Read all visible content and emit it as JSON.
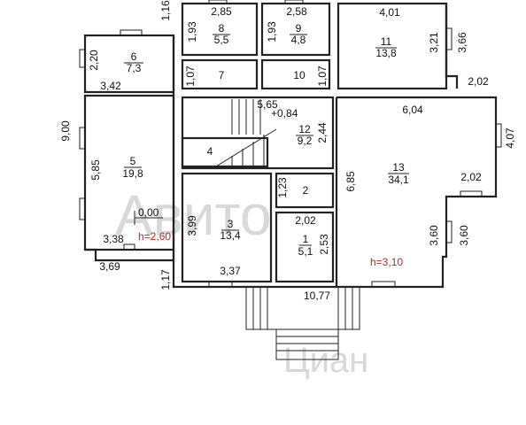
{
  "watermark": "Авито",
  "watermark2": "Циан",
  "rooms": [
    {
      "id": "r1",
      "num": "1",
      "area": "5,1"
    },
    {
      "id": "r2",
      "num": "2"
    },
    {
      "id": "r3",
      "num": "3",
      "area": "13,4"
    },
    {
      "id": "r4",
      "num": "4"
    },
    {
      "id": "r5",
      "num": "5",
      "area": "19,8"
    },
    {
      "id": "r6",
      "num": "6",
      "area": "7,3"
    },
    {
      "id": "r7",
      "num": "7"
    },
    {
      "id": "r8",
      "num": "8",
      "area": "5,5"
    },
    {
      "id": "r9",
      "num": "9",
      "area": "4,8"
    },
    {
      "id": "r10",
      "num": "10"
    },
    {
      "id": "r11",
      "num": "11",
      "area": "13,8"
    },
    {
      "id": "r12",
      "num": "12",
      "area": "9,2"
    },
    {
      "id": "r13",
      "num": "13",
      "area": "34,1"
    }
  ],
  "dims": {
    "d_116": "1,16",
    "d_285": "2,85",
    "d_258": "2,58",
    "d_401": "4,01",
    "d_193a": "1,93",
    "d_193b": "1,93",
    "d_321": "3,21",
    "d_366": "3,66",
    "d_220": "2,20",
    "d_342": "3,42",
    "d_107a": "1,07",
    "d_107b": "1,07",
    "d_202a": "2,02",
    "d_900": "9,00",
    "d_565": "5,65",
    "d_604": "6,04",
    "d_407": "4,07",
    "d_244": "2,44",
    "d_585": "5,85",
    "d_685": "6,85",
    "d_202b": "2,02",
    "d_123": "1,23",
    "d_399": "3,99",
    "d_202c": "2,02",
    "d_253": "2,53",
    "d_360a": "3,60",
    "d_360b": "3,60",
    "d_338": "3,38",
    "d_369": "3,69",
    "d_337": "3,37",
    "d_117": "1,17",
    "d_1077": "10,77"
  },
  "levels": {
    "stair_level": "+0,84",
    "floor_level": "0,00",
    "height_left": "h=2,60",
    "height_right": "h=3,10"
  }
}
